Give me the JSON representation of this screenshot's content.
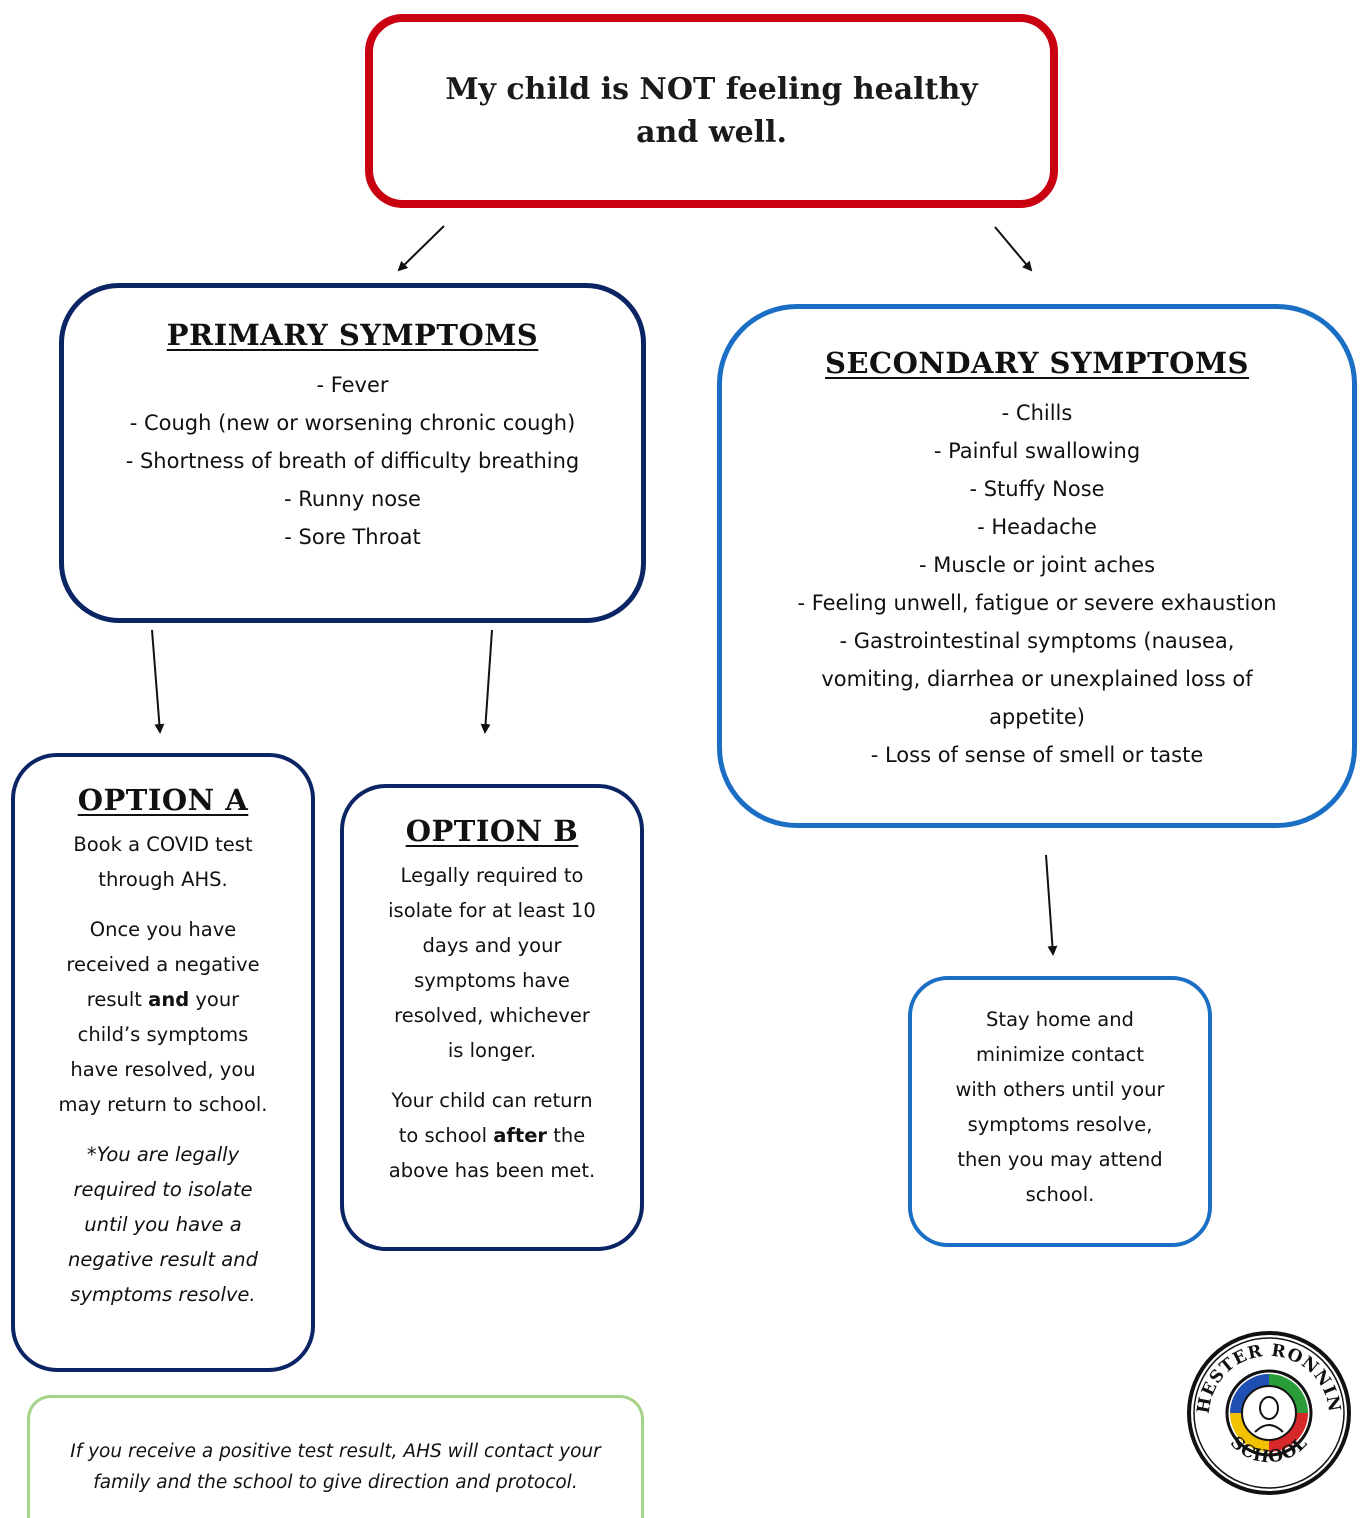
{
  "title": {
    "lines": [
      "My child is NOT feeling healthy",
      "and well."
    ]
  },
  "primary": {
    "heading": "PRIMARY SYMPTOMS",
    "items": [
      "- Fever",
      "- Cough (new or worsening chronic cough)",
      "- Shortness of breath of difficulty breathing",
      "- Runny nose",
      "- Sore Throat"
    ]
  },
  "secondary": {
    "heading": "SECONDARY SYMPTOMS",
    "items": [
      "- Chills",
      "- Painful swallowing",
      "- Stuffy Nose",
      "- Headache",
      "- Muscle or joint aches",
      "- Feeling unwell, fatigue or severe exhaustion",
      "- Gastrointestinal symptoms (nausea,",
      "vomiting, diarrhea or unexplained loss of",
      "appetite)",
      "- Loss of sense of smell or taste"
    ]
  },
  "option_a": {
    "heading": "OPTION A",
    "p1": [
      "Book a COVID test",
      "through AHS."
    ],
    "p2_line1": "Once you have",
    "p2_line2": "received a negative",
    "p2_line3_pre": "result ",
    "p2_line3_bold": "and",
    "p2_line3_post": " your",
    "p2_line4": "child’s symptoms",
    "p2_line5": "have resolved, you",
    "p2_line6": "may return to school.",
    "p3": [
      "*You are legally",
      "required to isolate",
      "until you have a",
      "negative result and",
      "symptoms resolve."
    ]
  },
  "option_b": {
    "heading": "OPTION B",
    "p1": [
      "Legally required to",
      "isolate for at least 10",
      "days and your",
      "symptoms have",
      "resolved, whichever",
      "is longer."
    ],
    "p2_line1": "Your child can return",
    "p2_line2_pre": "to school ",
    "p2_line2_bold": "after",
    "p2_line2_post": " the",
    "p2_line3": "above has been met."
  },
  "stay_home": {
    "lines": [
      "Stay home and",
      "minimize contact",
      "with others until your",
      "symptoms resolve,",
      "then you may attend",
      "school."
    ]
  },
  "positive_note": {
    "lines": [
      "If you receive a positive test result, AHS will contact your",
      "family and the school to give direction and protocol."
    ]
  },
  "logo": {
    "text_top": "CHESTER RONNING",
    "text_bottom": "SCHOOL"
  },
  "colors": {
    "top_border": "#c8000f",
    "primary_border": "#0b2464",
    "secondary_border": "#1a6fc4",
    "note_border": "#a5d38a"
  }
}
